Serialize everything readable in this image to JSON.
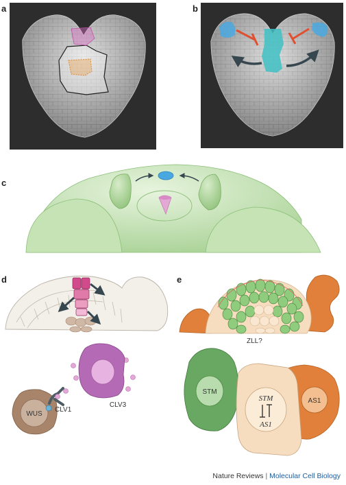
{
  "panels": {
    "a": "a",
    "b": "b",
    "c": "c",
    "d": "d",
    "e": "e"
  },
  "labels": {
    "wus": "WUS",
    "clv1": "CLV1",
    "clv3": "CLV3",
    "stm": "STM",
    "as1": "AS1",
    "stm_italic": "STM",
    "as1_italic": "AS1",
    "zll": "ZLL?"
  },
  "credit": {
    "journal": "Nature Reviews",
    "separator": " | ",
    "section": "Molecular Cell Biology"
  },
  "colors": {
    "sem_background": "#2d2d2d",
    "sem_tissue": "#c9c9c9",
    "cz_pink": "#d86fc0",
    "oc_orange": "#e8a050",
    "bracket_red": "#e05030",
    "cotyledon_blue": "#4aa8e0",
    "stm_teal": "#3fbfc4",
    "meristem_green": "#cfe8c2",
    "wus_brown": "#a8846b",
    "clv3_magenta": "#b46ab4",
    "stm_green": "#68a862",
    "as1_orange": "#e0803a",
    "cream": "#f6ddc0"
  }
}
